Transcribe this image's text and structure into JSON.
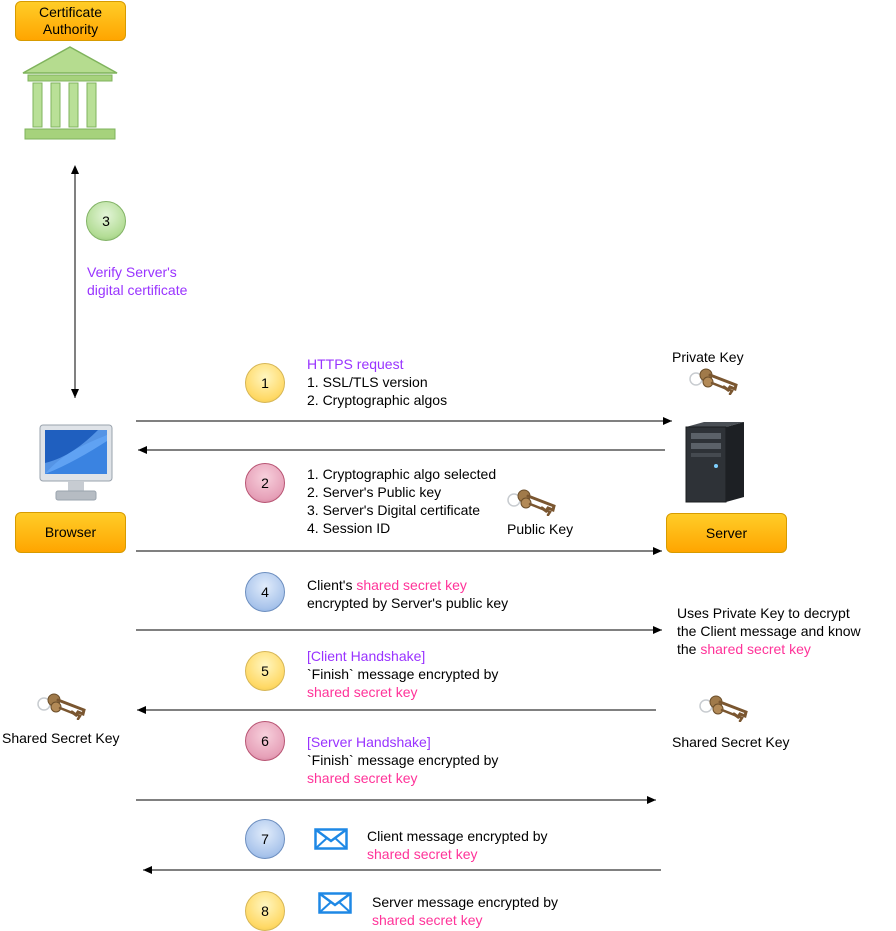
{
  "nodes": {
    "ca": "Certificate Authority",
    "browser": "Browser",
    "server": "Server"
  },
  "steps": {
    "s1": "1",
    "s2": "2",
    "s3": "3",
    "s4": "4",
    "s5": "5",
    "s6": "6",
    "s7": "7",
    "s8": "8"
  },
  "step3": {
    "line1": "Verify Server's",
    "line2": "digital certificate"
  },
  "step1": {
    "title": "HTTPS request",
    "item1": "1. SSL/TLS version",
    "item2": "2. Cryptographic algos"
  },
  "step2": {
    "item1": "1. Cryptographic algo selected",
    "item2": "2. Server's Public key",
    "item3": "3. Server's Digital certificate",
    "item4": "4. Session ID"
  },
  "step4": {
    "prefix": "Client's ",
    "key": "shared secret key",
    "line2": "encrypted by Server's public key"
  },
  "server_decrypt": {
    "line1": "Uses Private Key to decrypt",
    "line2": "the Client message and know",
    "prefix": "the ",
    "key": "shared secret key"
  },
  "step5": {
    "title": "[Client Handshake]",
    "line2": "`Finish` message encrypted by",
    "key": "shared secret key"
  },
  "step6": {
    "title": "[Server Handshake]",
    "line2": "`Finish` message encrypted by",
    "key": "shared secret key"
  },
  "step7": {
    "line1": "Client message encrypted by",
    "key": "shared secret key"
  },
  "step8": {
    "line1": "Server message encrypted by",
    "key": "shared secret key"
  },
  "keys": {
    "private": "Private Key",
    "public": "Public Key",
    "shared_left": "Shared Secret Key",
    "shared_right": "Shared Secret Key"
  },
  "icons": {
    "ca": "bank-building-icon",
    "browser": "monitor-icon",
    "server": "server-tower-icon",
    "key": "keys-icon",
    "message": "envelope-icon"
  },
  "colors": {
    "accent_purple": "#9933ff",
    "accent_pink": "#ff3399",
    "box_orange": "#ffb000"
  }
}
